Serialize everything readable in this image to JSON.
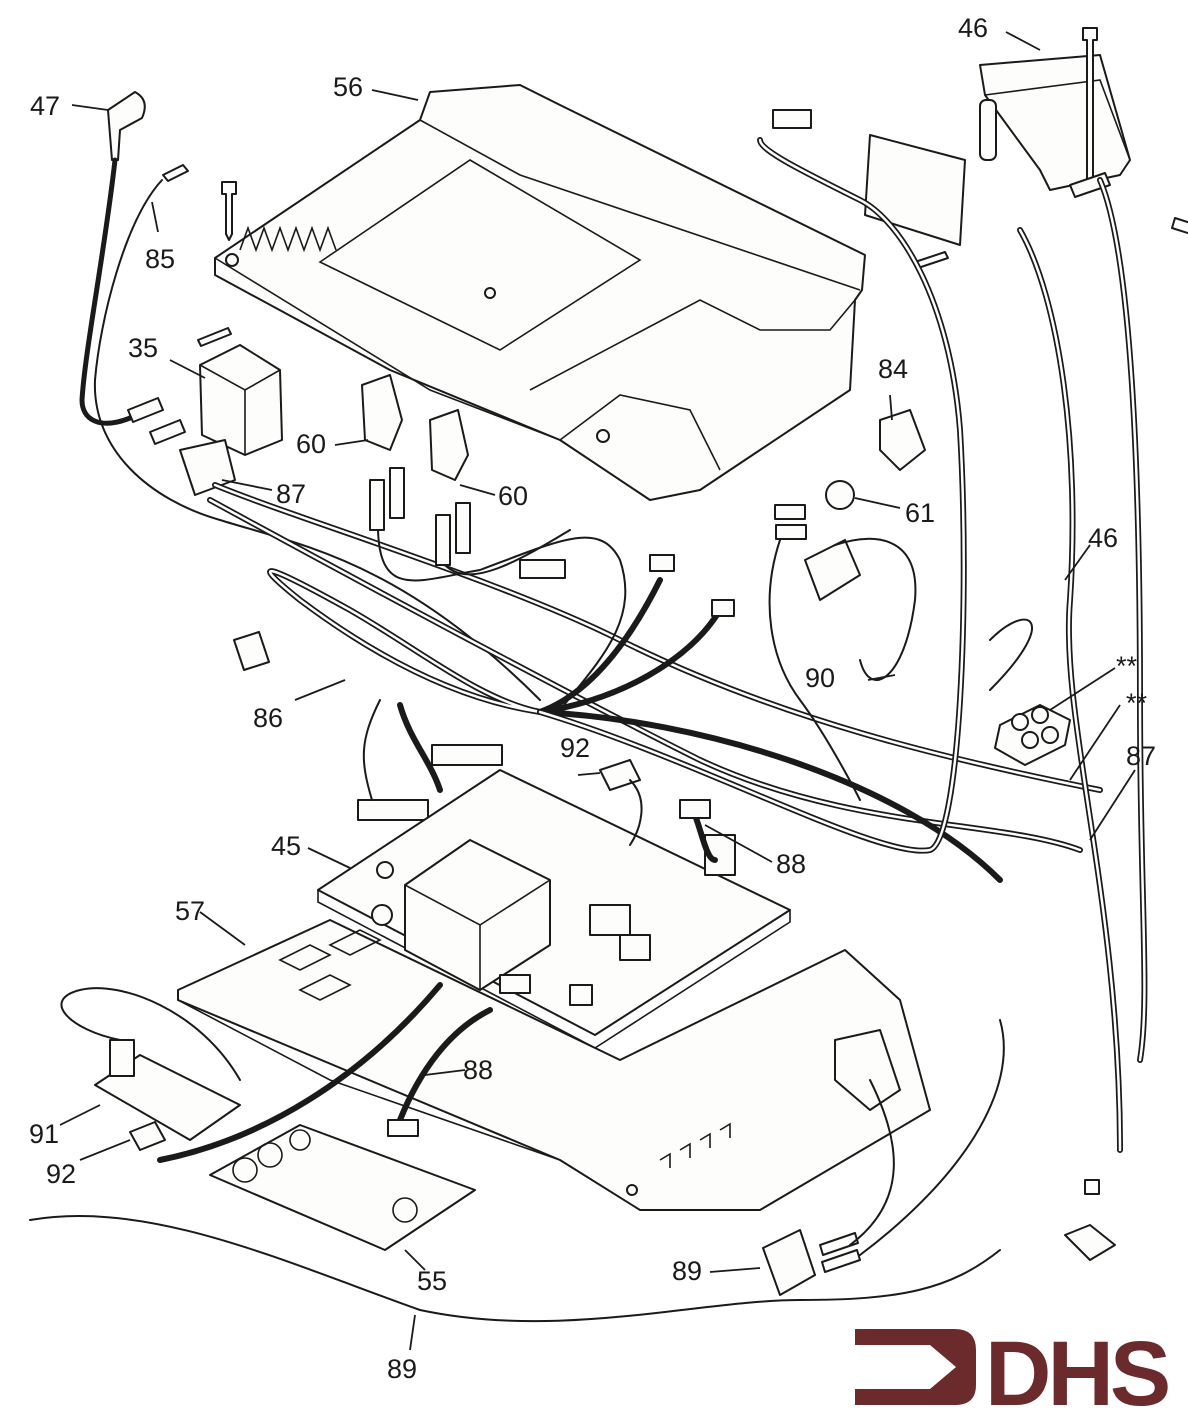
{
  "diagram": {
    "title": "Exploded parts diagram – control box and wiring harness",
    "callouts": [
      {
        "id": "c47",
        "label": "47"
      },
      {
        "id": "c56",
        "label": "56"
      },
      {
        "id": "c46a",
        "label": "46"
      },
      {
        "id": "c85",
        "label": "85"
      },
      {
        "id": "c35",
        "label": "35"
      },
      {
        "id": "c84",
        "label": "84"
      },
      {
        "id": "c60a",
        "label": "60"
      },
      {
        "id": "c60b",
        "label": "60"
      },
      {
        "id": "c87a",
        "label": "87"
      },
      {
        "id": "c61",
        "label": "61"
      },
      {
        "id": "c46b",
        "label": "46"
      },
      {
        "id": "c86",
        "label": "86"
      },
      {
        "id": "c90",
        "label": "90"
      },
      {
        "id": "c2stara",
        "label": "**"
      },
      {
        "id": "c2starb",
        "label": "**"
      },
      {
        "id": "c92a",
        "label": "92"
      },
      {
        "id": "c87b",
        "label": "87"
      },
      {
        "id": "c45",
        "label": "45"
      },
      {
        "id": "c88a",
        "label": "88"
      },
      {
        "id": "c57",
        "label": "57"
      },
      {
        "id": "c88b",
        "label": "88"
      },
      {
        "id": "c91",
        "label": "91"
      },
      {
        "id": "c92b",
        "label": "92"
      },
      {
        "id": "c55",
        "label": "55"
      },
      {
        "id": "c89a",
        "label": "89"
      },
      {
        "id": "c89b",
        "label": "89"
      }
    ]
  },
  "logo": {
    "text": "DHS",
    "color": "#6b2a2c"
  }
}
